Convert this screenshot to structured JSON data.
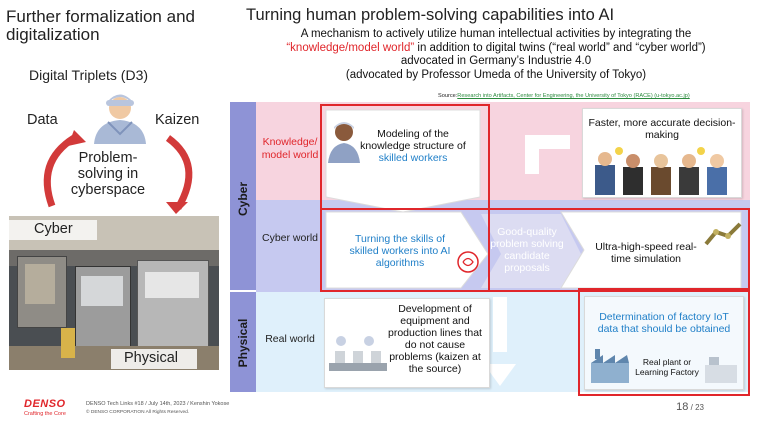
{
  "left": {
    "title": "Further formalization and digitalization",
    "triplets_label": "Digital Triplets (D3)",
    "data_label": "Data",
    "kaizen_label": "Kaizen",
    "problem_text": "Problem-solving in cyberspace",
    "cyber_label": "Cyber",
    "physical_label": "Physical"
  },
  "header": {
    "title": "Turning human problem-solving capabilities into AI",
    "sub_line1": "A mechanism to actively utilize human intellectual activities by integrating the",
    "sub_red": "“knowledge/model world”",
    "sub_line2_rest": " in addition to digital twins (“real world” and “cyber world”)",
    "sub_line3": "advocated in Germany’s Industrie 4.0",
    "sub_line4": "(advocated by Professor Umeda of the University of Tokyo)",
    "source_prefix": "Source:",
    "source_link": "Research into Artifacts, Center for Engineering, the University of Tokyo (RACE) (u-tokyo.ac.jp)"
  },
  "diagram": {
    "side_cyber": "Cyber",
    "side_physical": "Physical",
    "row_knowledge": "Knowledge/ model world",
    "row_cyber": "Cyber world",
    "row_real": "Real world",
    "box_modeling_1": "Modeling of the knowledge structure of ",
    "box_modeling_blue": "skilled workers",
    "box_faster": "Faster, more accurate decision-making",
    "box_turning": "Turning the skills of skilled workers into AI algorithms",
    "center_text": "Good-quality problem solving candidate proposals",
    "box_ultra": "Ultra-high-speed real-time simulation",
    "box_development": "Development of equipment and production lines that do not cause problems (kaizen at the source)",
    "box_determination": "Determination of factory IoT data that should be obtained",
    "box_realplant": "Real plant or Learning Factory"
  },
  "footer": {
    "logo": "DENSO",
    "tagline": "Crafting the Core",
    "event": "DENSO Tech Links #18 / July 14th, 2023 / Kenshin Yokose",
    "copyright": "© DENSO CORPORATION All Rights Reserved.",
    "page_current": "18",
    "page_sep": " / ",
    "page_total": "23"
  },
  "colors": {
    "accent_red": "#e0262b",
    "knowledge_band": "#f7d4df",
    "cyber_band": "#c6c9f0",
    "physical_band": "#dff0fb",
    "side_bar": "#8e93d6",
    "blue_text": "#1f7fc8"
  }
}
